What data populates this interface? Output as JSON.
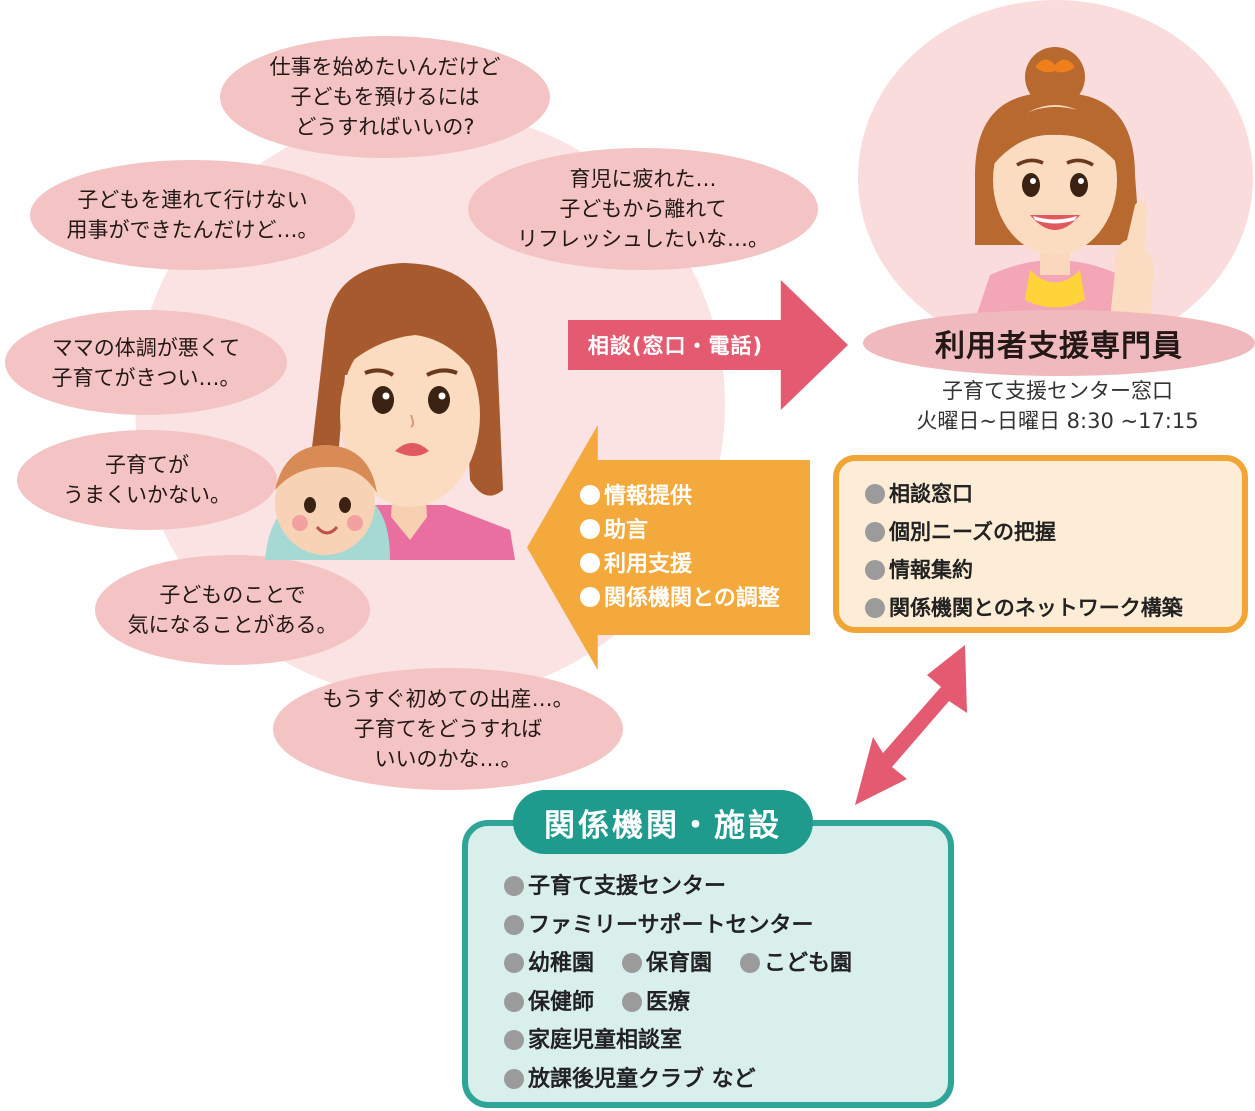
{
  "concerns": [
    "仕事を始めたいんだけど\n子どもを預けるには\nどうすればいいの?",
    "子どもを連れて行けない\n用事ができたんだけど…。",
    "育児に疲れた…\n子どもから離れて\nリフレッシュしたいな…。",
    "ママの体調が悪くて\n子育てがきつい…。",
    "子育てが\nうまくいかない。",
    "子どものことで\n気になることがある。",
    "もうすぐ初めての出産…。\n子育てをどうすれば\nいいのかな…。"
  ],
  "arrow_right_label": "相談(窓口・電話)",
  "arrow_left_items": [
    "情報提供",
    "助言",
    "利用支援",
    "関係機関との調整"
  ],
  "specialist": {
    "title": "利用者支援専門員",
    "location": "子育て支援センター窓口",
    "hours": "火曜日~日曜日 8:30 ~17:15",
    "services": [
      "相談窓口",
      "個別ニーズの把握",
      "情報集約",
      "関係機関とのネットワーク構築"
    ]
  },
  "institutions": {
    "title": "関係機関・施設",
    "rows": [
      [
        "子育て支援センター"
      ],
      [
        "ファミリーサポートセンター"
      ],
      [
        "幼稚園",
        "保育園",
        "こども園"
      ],
      [
        "保健師",
        "医療"
      ],
      [
        "家庭児童相談室"
      ],
      [
        "放課後児童クラブ など"
      ]
    ]
  },
  "colors": {
    "right_arrow": "#e45a70",
    "left_arrow": "#f3a93c",
    "orange_box_border": "#f0a535",
    "teal_box_border": "#2ea597",
    "teal_title": "#1f9b8d",
    "bubble": "#f4c4c4"
  }
}
